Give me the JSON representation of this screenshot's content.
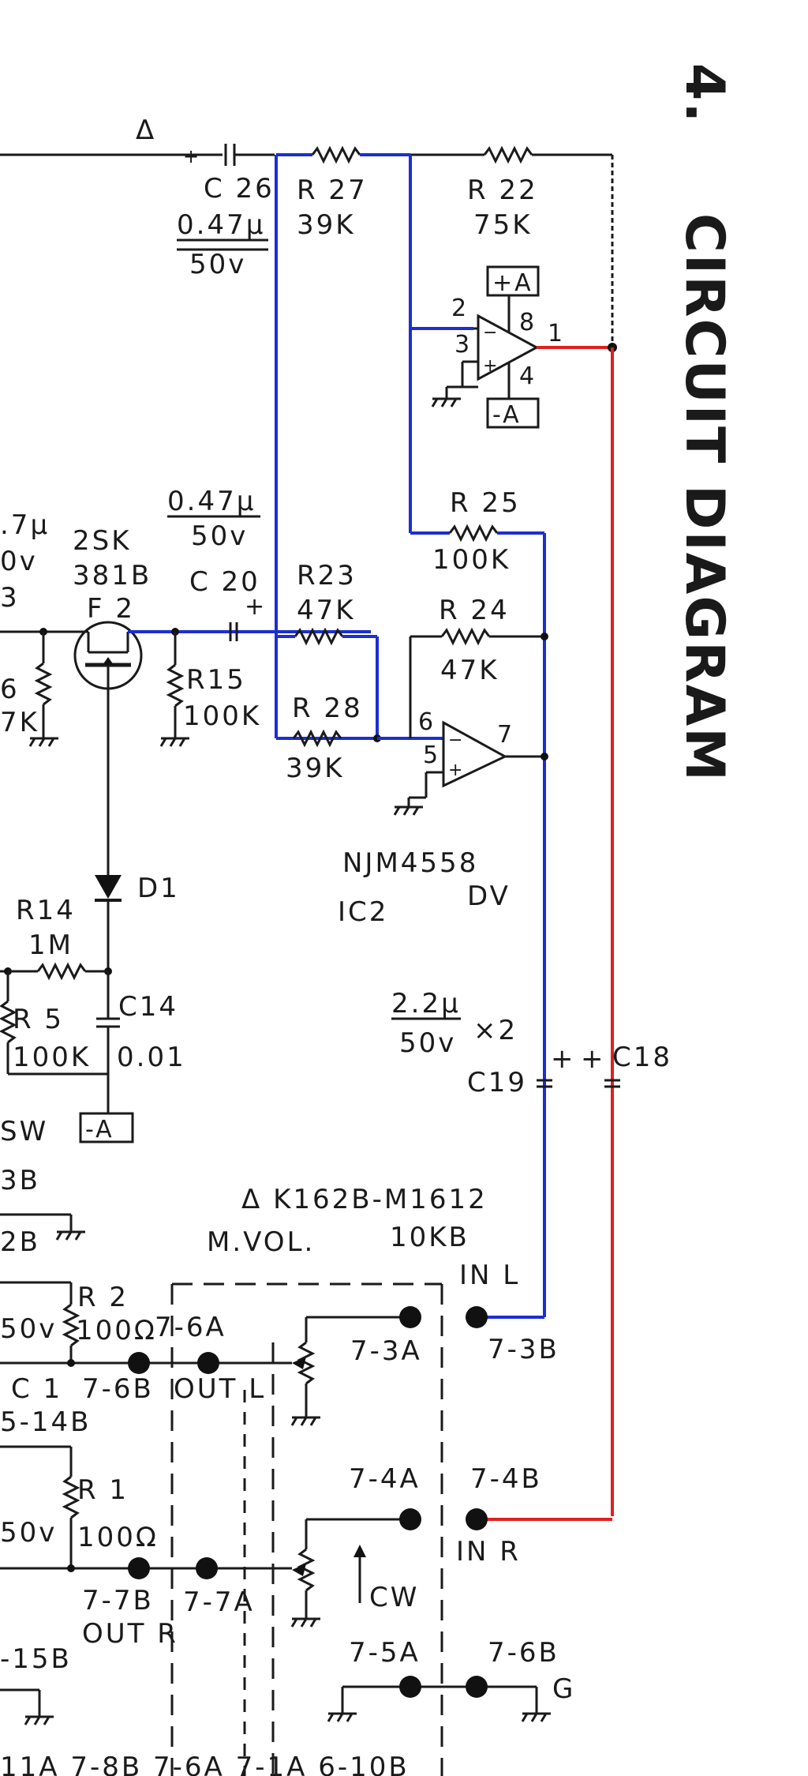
{
  "heading": {
    "number": "4.",
    "title": "CIRCUIT DIAGRAM"
  },
  "symbols": {
    "triangle_top": "Δ"
  },
  "components": {
    "c26": {
      "name": "C 26",
      "value": "0.47μ",
      "voltage": "50v"
    },
    "r27": {
      "name": "R 27",
      "value": "39K"
    },
    "r22": {
      "name": "R 22",
      "value": "75K"
    },
    "r25": {
      "name": "R 25",
      "value": "100K"
    },
    "r23": {
      "name": "R23",
      "value": "47K"
    },
    "r24": {
      "name": "R 24",
      "value": "47K"
    },
    "r28": {
      "name": "R 28",
      "value": "39K"
    },
    "c20": {
      "name": "C 20",
      "value": "0.47μ",
      "voltage": "50v"
    },
    "fet": {
      "line1": "2SK",
      "line2": "381B",
      "line3": "F 2"
    },
    "r15": {
      "name": "R15",
      "value": "100K"
    },
    "d1": {
      "name": "D1"
    },
    "r14": {
      "name": "R14",
      "value": "1M"
    },
    "r5": {
      "name": "R 5",
      "value": "100K"
    },
    "c14": {
      "name": "C14",
      "value": "0.01"
    },
    "ic": {
      "part": "NJM4558",
      "suffix": "DV",
      "name": "IC2"
    },
    "c19": {
      "value": "2.2μ",
      "voltage": "50v",
      "qty": "×2",
      "name": "C19"
    },
    "c18": {
      "name": "C18"
    },
    "r2": {
      "name": "R 2",
      "value": "100Ω"
    },
    "r1": {
      "name": "R 1",
      "value": "100Ω"
    },
    "c1": {
      "name": "C 1"
    }
  },
  "opamp_top": {
    "pin2": "2",
    "pin3": "3",
    "pin8": "8",
    "pin4": "4",
    "pin1": "1",
    "plus_rail": "+A",
    "minus_rail": "-A"
  },
  "opamp_mid": {
    "pin6": "6",
    "pin5": "5",
    "pin7": "7"
  },
  "rails": {
    "minus": "-A"
  },
  "volume": {
    "part": "Δ K162B-M1612",
    "name": "M.VOL.",
    "value": "10KB",
    "cw": "CW"
  },
  "connectors": {
    "in_l": "IN L",
    "in_r": "IN R",
    "out_l": "OUT L",
    "out_r": "OUT R",
    "g": "G",
    "p7_3a": "7-3A",
    "p7_3b": "7-3B",
    "p7_4a": "7-4A",
    "p7_4b": "7-4B",
    "p7_5a": "7-5A",
    "p7_6b_right": "7-6B",
    "p7_6a": "7-6A",
    "p7_6b": "7-6B",
    "p7_7b": "7-7B",
    "p7_7a": "7-7A"
  },
  "edge_fragments": {
    "left_top_1": ".7μ",
    "left_top_2": "0v",
    "left_top_3": "3",
    "left_r_1": "6",
    "left_r_2": "7K",
    "sw": "SW",
    "b38": "3B",
    "b28": "2B",
    "v50a": "50v",
    "c14b": "5-14B",
    "v50b": "50v",
    "b15": "-15B",
    "bottom_row": "11A   7-8B  7-6A     7-1A   6-10B"
  },
  "wire_colors": {
    "highlight_left": "#1c2fd0",
    "highlight_right": "#e02020",
    "ink": "#1a1a1a"
  }
}
